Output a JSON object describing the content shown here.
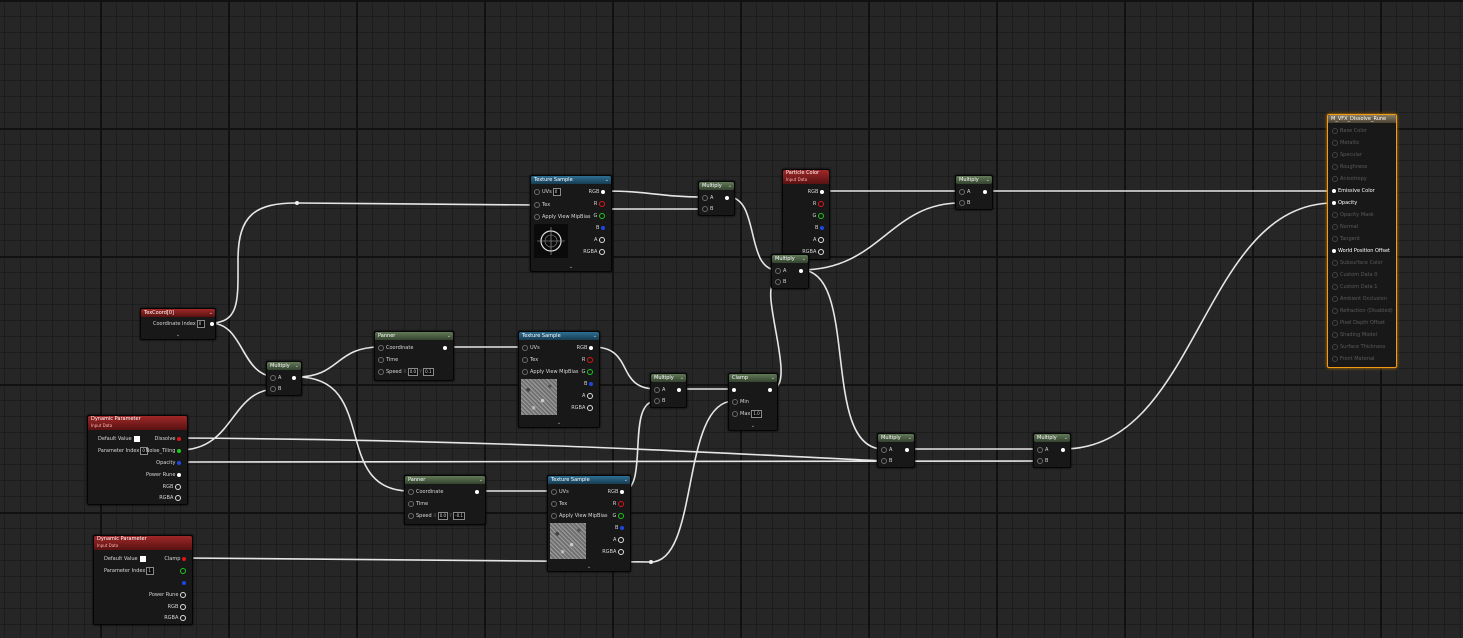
{
  "nodes": {
    "texcoord": {
      "title": "TexCoord[0]",
      "coordinate_index_label": "Coordinate Index",
      "coordinate_index_value": "0",
      "expand": "⌄"
    },
    "dyn1": {
      "title": "Dynamic Parameter",
      "subtitle": "Input Data",
      "default_value_label": "Default Value",
      "parameter_index_label": "Parameter Index",
      "parameter_index_value": "0",
      "outputs": [
        "Dissolve",
        "Noise_Tiling",
        "Opacity",
        "Power Rune",
        "RGB",
        "RGBA"
      ]
    },
    "dyn2": {
      "title": "Dynamic Parameter",
      "subtitle": "Input Data",
      "default_value_label": "Default Value",
      "parameter_index_label": "Parameter Index",
      "parameter_index_value": "1",
      "outputs": [
        "Clamp",
        "",
        "",
        "Power Rune",
        "RGB",
        "RGBA"
      ]
    },
    "multiply1": {
      "title": "Multiply",
      "in_a": "A",
      "in_b": "B"
    },
    "panner1": {
      "title": "Panner",
      "inputs": [
        "Coordinate",
        "Time"
      ],
      "speed_label": "Speed",
      "speed_x_label": "X",
      "speed_x": "0.0",
      "speed_y_label": "Y",
      "speed_y": "0.1"
    },
    "panner2": {
      "title": "Panner",
      "inputs": [
        "Coordinate",
        "Time"
      ],
      "speed_label": "Speed",
      "speed_x_label": "X",
      "speed_x": "0.0",
      "speed_y_label": "Y",
      "speed_y": "-0.1"
    },
    "texsample_top": {
      "title": "Texture Sample",
      "inputs": [
        "UVs",
        "Tex",
        "Apply View MipBias"
      ],
      "uv_value": "0",
      "outputs": [
        "RGB",
        "R",
        "G",
        "B",
        "A",
        "RGBA"
      ],
      "expand": "⌄"
    },
    "texsample_mid": {
      "title": "Texture Sample",
      "inputs": [
        "UVs",
        "Tex",
        "Apply View MipBias"
      ],
      "outputs": [
        "RGB",
        "R",
        "G",
        "B",
        "A",
        "RGBA"
      ],
      "expand": "⌄"
    },
    "texsample_bot": {
      "title": "Texture Sample",
      "inputs": [
        "UVs",
        "Tex",
        "Apply View MipBias"
      ],
      "outputs": [
        "RGB",
        "R",
        "G",
        "B",
        "A",
        "RGBA"
      ],
      "expand": "⌄"
    },
    "multiply2": {
      "title": "Multiply",
      "in_a": "A",
      "in_b": "B"
    },
    "multiply3": {
      "title": "Multiply",
      "in_a": "A",
      "in_b": "B"
    },
    "clamp": {
      "title": "Clamp",
      "inputs": [
        "",
        "Min",
        "Max"
      ],
      "max_value": "1.0",
      "expand": "⌄"
    },
    "particle_color": {
      "title": "Particle Color",
      "subtitle": "Input Data",
      "outputs": [
        "RGB",
        "R",
        "G",
        "B",
        "A",
        "RGBA"
      ]
    },
    "multiply4": {
      "title": "Multiply",
      "in_a": "A",
      "in_b": "B"
    },
    "multiply5": {
      "title": "Multiply",
      "in_a": "A",
      "in_b": "B"
    },
    "multiply6": {
      "title": "Multiply",
      "in_a": "A",
      "in_b": "B"
    },
    "multiply7": {
      "title": "Multiply",
      "in_a": "A",
      "in_b": "B"
    },
    "result": {
      "title": "M_VFX_Dissolve_Rune",
      "pins": [
        "Base Color",
        "Metallic",
        "Specular",
        "Roughness",
        "Anisotropy",
        "Emissive Color",
        "Opacity",
        "Opacity Mask",
        "Normal",
        "Tangent",
        "World Position Offset",
        "Subsurface Color",
        "Custom Data 0",
        "Custom Data 1",
        "Ambient Occlusion",
        "Refraction (Disabled)",
        "Pixel Depth Offset",
        "Shading Model",
        "Surface Thickness",
        "Front Material"
      ]
    }
  },
  "colors": {
    "result_border": "#f29c14",
    "wire": "#e6e6e6",
    "pin_red": "#e01616",
    "pin_green": "#1ec81e",
    "pin_blue": "#1e46e6"
  }
}
